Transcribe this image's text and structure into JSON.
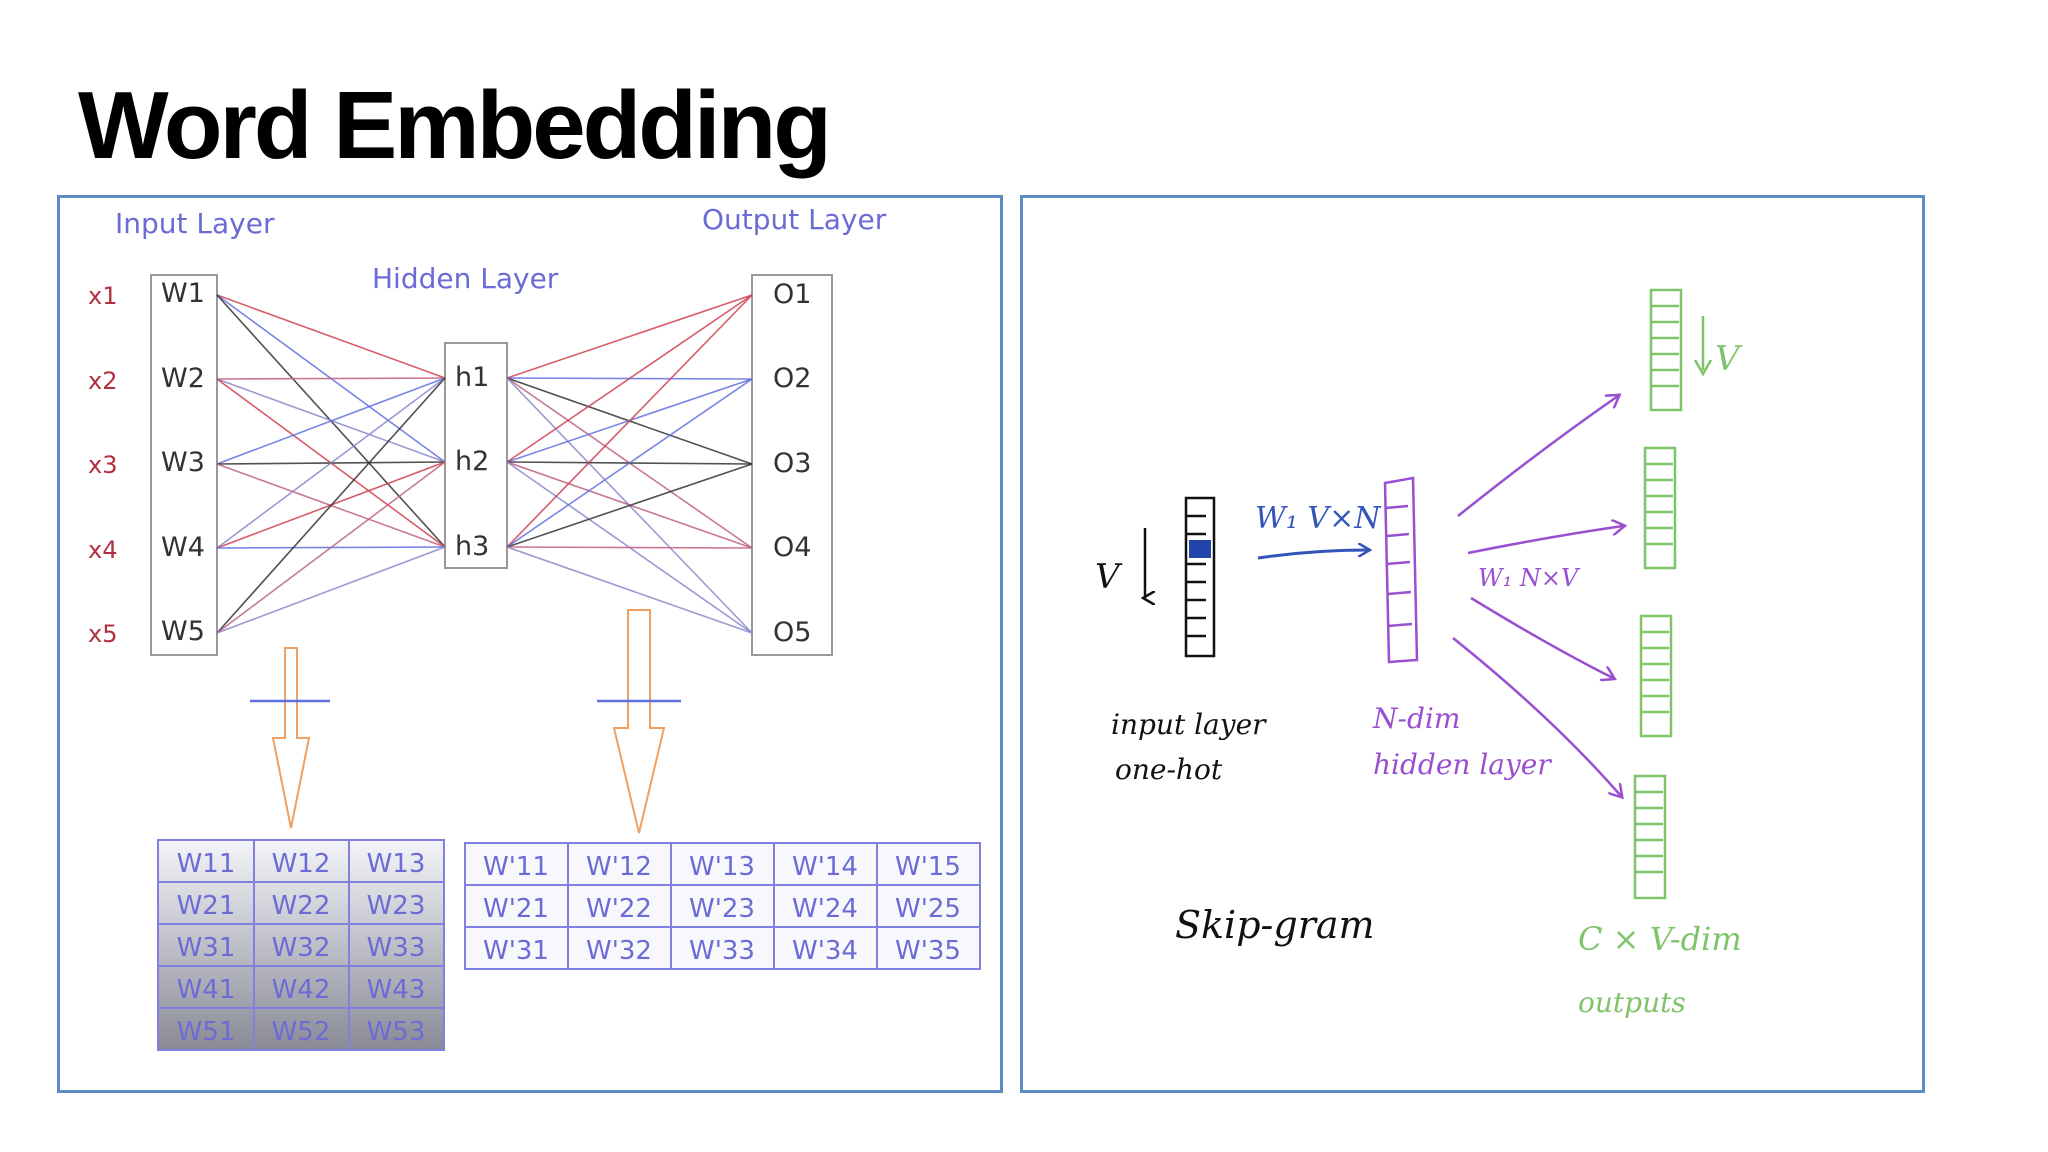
{
  "title": "Word Embedding",
  "left_diagram": {
    "input_layer_label": "Input Layer",
    "hidden_layer_label": "Hidden Layer",
    "output_layer_label": "Output Layer",
    "inputs": [
      "x1",
      "x2",
      "x3",
      "x4",
      "x5"
    ],
    "input_weights": [
      "W1",
      "W2",
      "W3",
      "W4",
      "W5"
    ],
    "hidden_units": [
      "h1",
      "h2",
      "h3"
    ],
    "outputs": [
      "O1",
      "O2",
      "O3",
      "O4",
      "O5"
    ],
    "input_matrix": [
      [
        "W11",
        "W12",
        "W13"
      ],
      [
        "W21",
        "W22",
        "W23"
      ],
      [
        "W31",
        "W32",
        "W33"
      ],
      [
        "W41",
        "W42",
        "W43"
      ],
      [
        "W51",
        "W52",
        "W53"
      ]
    ],
    "output_matrix": [
      [
        "W'11",
        "W'12",
        "W'13",
        "W'14",
        "W'15"
      ],
      [
        "W'21",
        "W'22",
        "W'23",
        "W'24",
        "W'25"
      ],
      [
        "W'31",
        "W'32",
        "W'33",
        "W'34",
        "W'35"
      ]
    ],
    "colors": {
      "label_blue": "#6b6bd6",
      "input_red": "#b03040",
      "edge_red": "#d04050",
      "edge_blue": "#6070e0",
      "edge_dark": "#333333",
      "arrow_orange": "#f0a060"
    }
  },
  "right_diagram": {
    "v_left": "V",
    "w_vxn": "W₁ V×N",
    "w_nxv": "W₁ N×V",
    "input_caption_1": "input layer",
    "input_caption_2": "one-hot",
    "hidden_caption_1": "N-dim",
    "hidden_caption_2": "hidden layer",
    "v_right": "V",
    "skipgram": "Skip-gram",
    "output_caption_1": "C × V-dim",
    "output_caption_2": "outputs",
    "colors": {
      "black": "#111111",
      "blue": "#3355bb",
      "purple": "#9a4fd0",
      "green": "#7fc36a"
    }
  }
}
